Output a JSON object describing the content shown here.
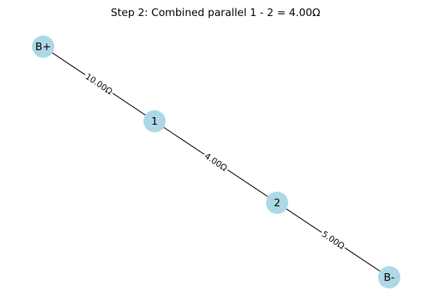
{
  "diagram": {
    "title": "Step 2: Combined parallel 1 - 2 = 4.00Ω",
    "node_color": "#add8e6",
    "edge_color": "#000000",
    "label_background": "#ffffff",
    "nodes": [
      {
        "id": "B+",
        "label": "B+"
      },
      {
        "id": "1",
        "label": "1"
      },
      {
        "id": "2",
        "label": "2"
      },
      {
        "id": "B-",
        "label": "B-"
      }
    ],
    "edges": [
      {
        "from": "B+",
        "to": "1",
        "label": "10.00Ω"
      },
      {
        "from": "1",
        "to": "2",
        "label": "4.00Ω"
      },
      {
        "from": "2",
        "to": "B-",
        "label": "5.00Ω"
      }
    ]
  }
}
